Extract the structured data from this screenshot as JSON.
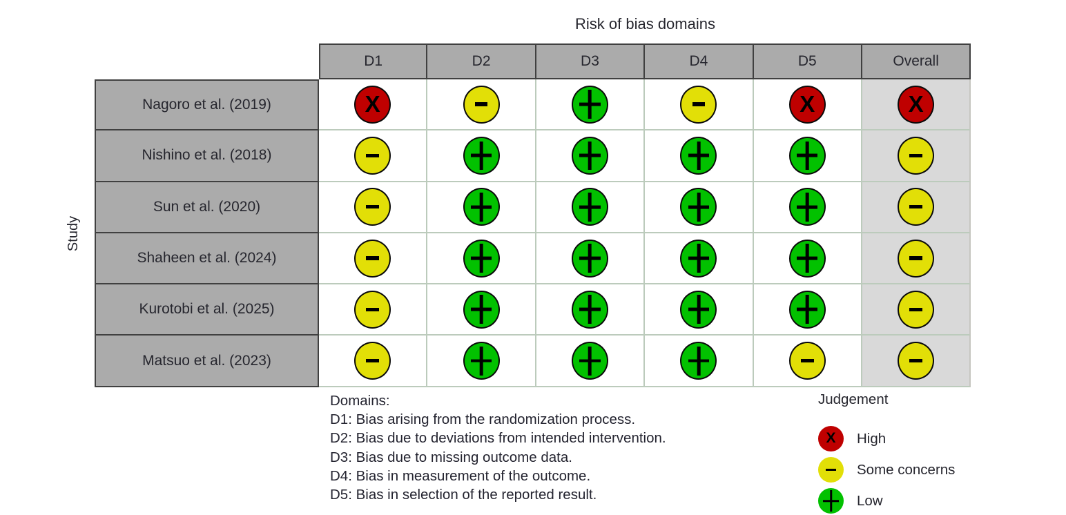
{
  "title": "Risk of bias domains",
  "y_axis_label": "Study",
  "columns": [
    "D1",
    "D2",
    "D3",
    "D4",
    "D5",
    "Overall"
  ],
  "studies": [
    {
      "label": "Nagoro et al. (2019)",
      "judgements": [
        "high",
        "some",
        "low",
        "some",
        "high",
        "high"
      ]
    },
    {
      "label": "Nishino et al. (2018)",
      "judgements": [
        "some",
        "low",
        "low",
        "low",
        "low",
        "some"
      ]
    },
    {
      "label": "Sun et al. (2020)",
      "judgements": [
        "some",
        "low",
        "low",
        "low",
        "low",
        "some"
      ]
    },
    {
      "label": "Shaheen et al. (2024)",
      "judgements": [
        "some",
        "low",
        "low",
        "low",
        "low",
        "some"
      ]
    },
    {
      "label": "Kurotobi et al. (2025)",
      "judgements": [
        "some",
        "low",
        "low",
        "low",
        "low",
        "some"
      ]
    },
    {
      "label": "Matsuo et al. (2023)",
      "judgements": [
        "some",
        "low",
        "low",
        "low",
        "some",
        "some"
      ]
    }
  ],
  "judgement_styles": {
    "high": {
      "label": "High",
      "color": "#bf0000",
      "symbol": "x-mark",
      "glyph": "X"
    },
    "some": {
      "label": "Some concerns",
      "color": "#e2df07",
      "symbol": "minus",
      "glyph": "-"
    },
    "low": {
      "label": "Low",
      "color": "#02c100",
      "symbol": "plus",
      "glyph": "+"
    }
  },
  "domains_note": {
    "heading": "Domains:",
    "items": [
      "D1: Bias arising from the randomization process.",
      "D2: Bias due to deviations from intended intervention.",
      "D3: Bias due to missing outcome data.",
      "D4: Bias in measurement of the outcome.",
      "D5: Bias in selection of the reported result."
    ]
  },
  "legend": {
    "heading": "Judgement",
    "order": [
      "high",
      "some",
      "low"
    ]
  },
  "colors": {
    "header_bg": "#ababab",
    "overall_bg": "#d9d9d9",
    "dark_border": "#404040",
    "grid_line": "#bccbbc",
    "text": "#26262e",
    "background": "#ffffff"
  },
  "chart_data": {
    "type": "table",
    "title": "Risk of bias domains",
    "subtitle": "Risk-of-bias traffic light plot (RoB 2)",
    "x_categories": [
      "D1",
      "D2",
      "D3",
      "D4",
      "D5",
      "Overall"
    ],
    "y_categories": [
      "Nagoro et al. (2019)",
      "Nishino et al. (2018)",
      "Sun et al. (2020)",
      "Shaheen et al. (2024)",
      "Kurotobi et al. (2025)",
      "Matsuo et al. (2023)"
    ],
    "y_axis_label": "Study",
    "values": [
      [
        "High",
        "Some concerns",
        "Low",
        "Some concerns",
        "High",
        "High"
      ],
      [
        "Some concerns",
        "Low",
        "Low",
        "Low",
        "Low",
        "Some concerns"
      ],
      [
        "Some concerns",
        "Low",
        "Low",
        "Low",
        "Low",
        "Some concerns"
      ],
      [
        "Some concerns",
        "Low",
        "Low",
        "Low",
        "Low",
        "Some concerns"
      ],
      [
        "Some concerns",
        "Low",
        "Low",
        "Low",
        "Low",
        "Some concerns"
      ],
      [
        "Some concerns",
        "Low",
        "Low",
        "Low",
        "Some concerns",
        "Some concerns"
      ]
    ],
    "legend_entries": [
      "High",
      "Some concerns",
      "Low"
    ],
    "legend_position": "bottom-right",
    "legend_colors": {
      "High": "#bf0000",
      "Some concerns": "#e2df07",
      "Low": "#02c100"
    }
  }
}
